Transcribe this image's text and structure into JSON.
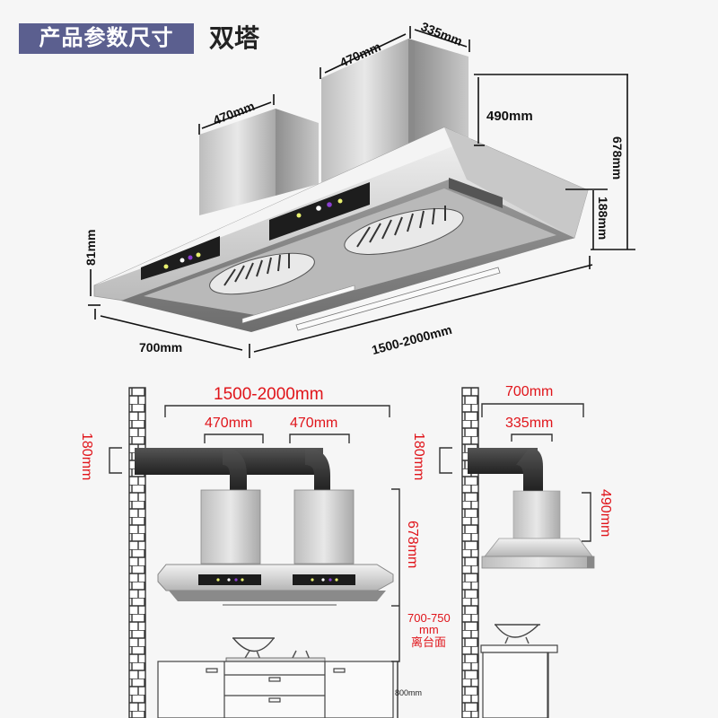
{
  "header": {
    "title": "产品参数尺寸",
    "subtitle": "双塔"
  },
  "top_view": {
    "tower_left_width": "470mm",
    "tower_right_width": "470mm",
    "tower_depth": "335mm",
    "tower_height": "490mm",
    "total_height": "678mm",
    "hood_height": "188mm",
    "front_edge_height": "81mm",
    "depth": "700mm",
    "length": "1500-2000mm"
  },
  "front_view": {
    "total_length": "1500-2000mm",
    "tower_left_width": "470mm",
    "tower_right_width": "470mm",
    "duct_height": "180mm",
    "total_height": "678mm",
    "clearance_line1": "700-750",
    "clearance_line2": "mm",
    "clearance_line3": "离台面",
    "counter_height": "800mm"
  },
  "side_view": {
    "depth": "700mm",
    "tower_depth": "335mm",
    "duct_height": "180mm",
    "tower_height": "490mm"
  },
  "colors": {
    "title_bg": "#5b5f8f",
    "dim_red": "#e0141a"
  }
}
